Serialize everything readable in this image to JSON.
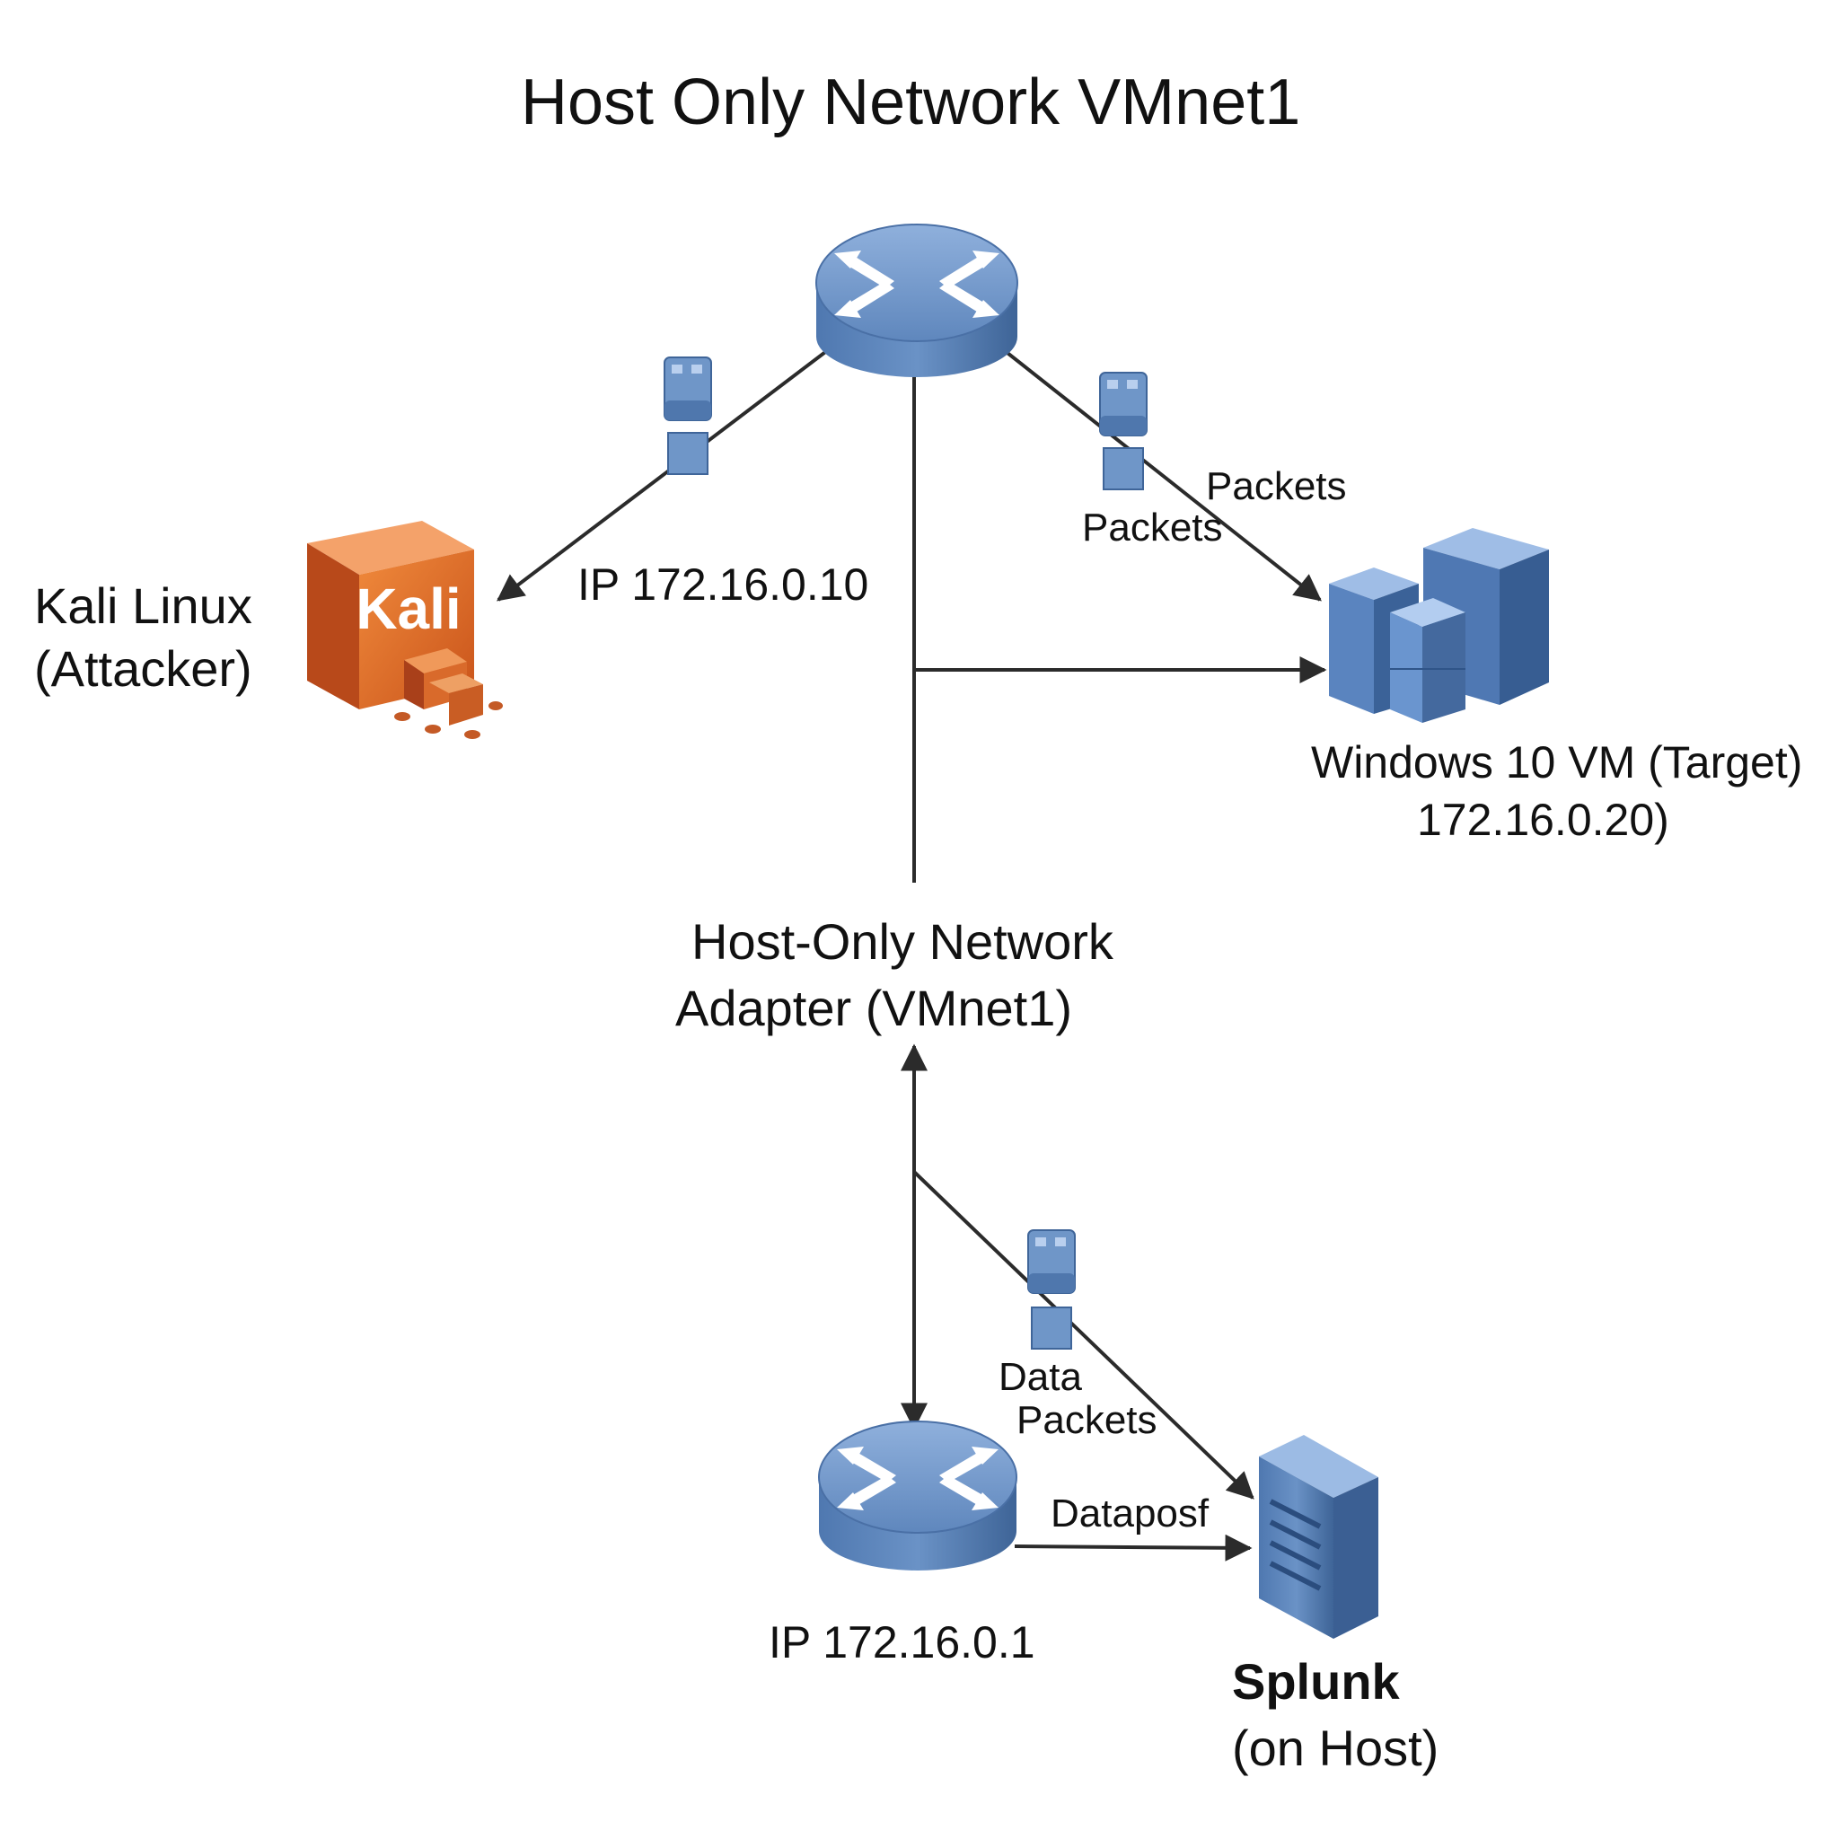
{
  "title": "Host Only Network VMnet1",
  "kali": {
    "name": "Kali Linux",
    "role": "(Attacker)",
    "logo_text": "Kali",
    "ip": "IP 172.16.0.10",
    "icon": "kali-box-icon",
    "color": "#e06a22"
  },
  "windows": {
    "name": "Windows 10 VM (Target)",
    "ip": "172.16.0.20)",
    "icon": "server-cluster-icon"
  },
  "adapter": {
    "line1": "Host-Only Network",
    "line2": "Adapter (VMnet1)"
  },
  "gateway": {
    "ip": "IP 172.16.0.1",
    "icon": "router-icon"
  },
  "splunk": {
    "name": "Splunk",
    "location": "(on Host)",
    "icon": "server-tower-icon"
  },
  "links": {
    "packets_1": "Packets",
    "packets_2": "Packets",
    "data": "Data",
    "data_packets": "Packets",
    "datapost": "Dataposf"
  },
  "colors": {
    "device_blue": "#5b82b8",
    "device_blue_dark": "#3d6295",
    "connector": "#2b2b2b"
  }
}
